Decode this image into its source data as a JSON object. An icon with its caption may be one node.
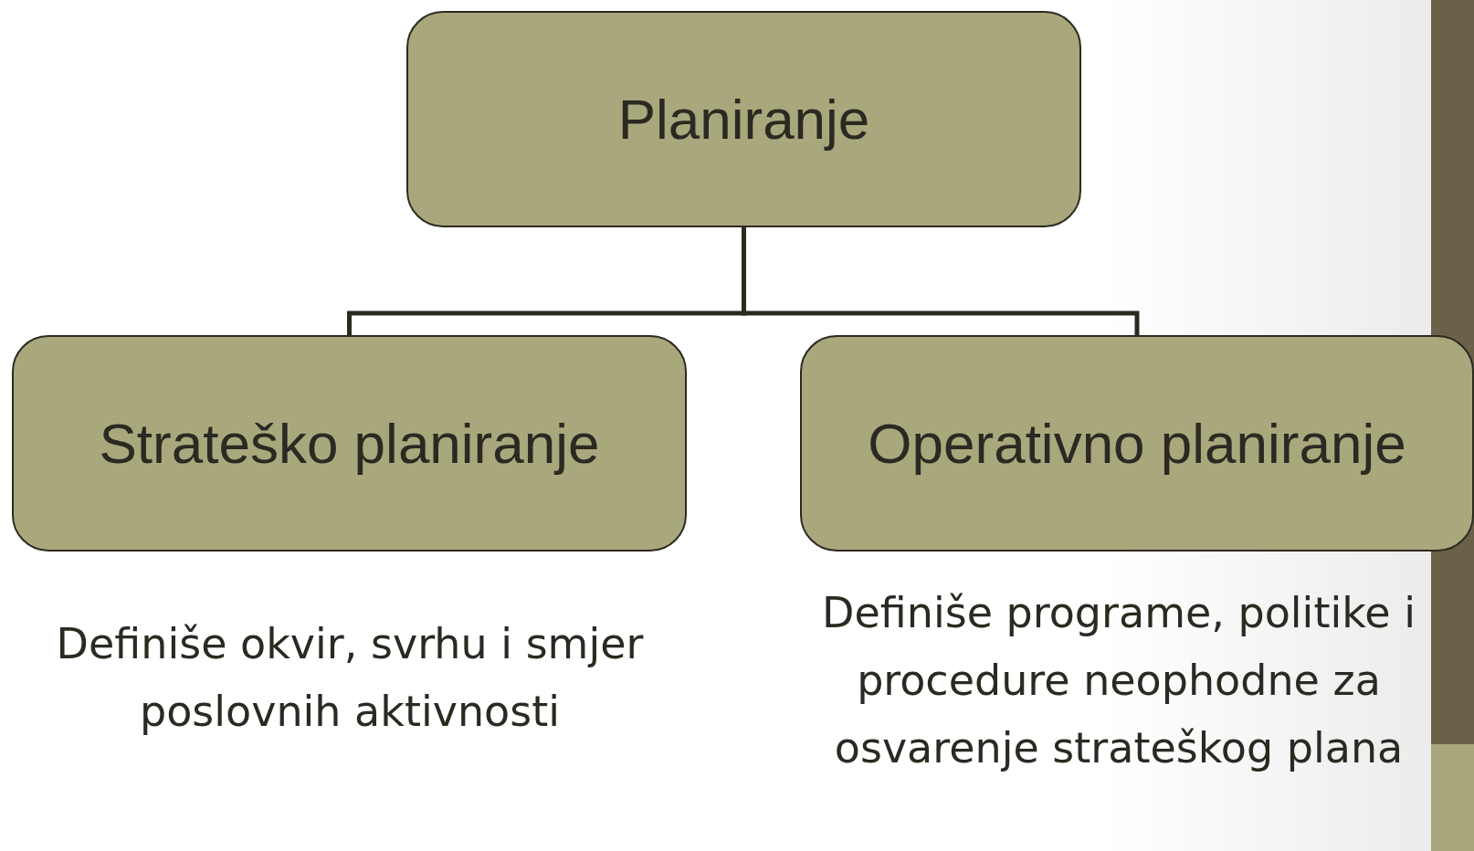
{
  "diagram": {
    "nodes": [
      {
        "text": [
          "Planiranje"
        ]
      },
      {
        "text": [
          "Strateško planiranje"
        ],
        "beside": [
          "Definiše okvir,  svrhu i smjer poslovnih aktivnosti"
        ]
      },
      {
        "text": [
          "Operativno planiranje"
        ],
        "beside": [
          "Definiše programe, politike i procedure neophodne za osvarenje strateškog plana"
        ]
      }
    ],
    "edges": [
      {
        "from": 0,
        "to": 1,
        "arrow": "none"
      },
      {
        "from": 0,
        "to": 2,
        "arrow": "none"
      }
    ]
  }
}
